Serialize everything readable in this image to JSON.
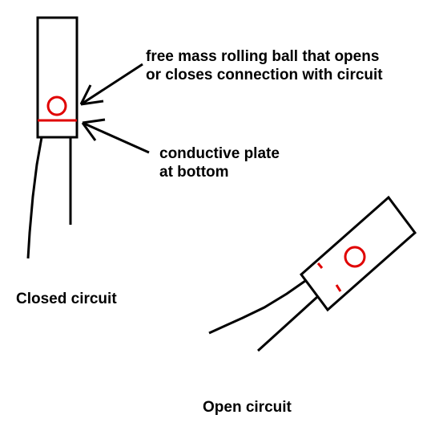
{
  "annotations": {
    "ball_line1": "free mass rolling ball that opens",
    "ball_line2": "or closes connection with circuit",
    "plate_line1": "conductive plate",
    "plate_line2": "at bottom"
  },
  "states": {
    "closed_label": "Closed circuit",
    "open_label": "Open circuit"
  },
  "colors": {
    "outline": "#000000",
    "ball_and_contacts": "#e00000",
    "background": "#ffffff"
  }
}
